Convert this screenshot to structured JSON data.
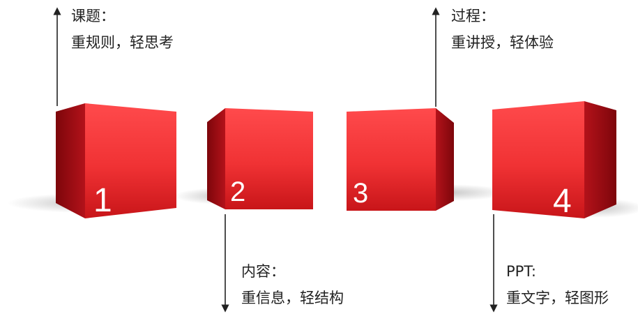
{
  "cubes": [
    {
      "number": "1",
      "title": "课题：",
      "desc": "重规则，轻思考"
    },
    {
      "number": "2",
      "title": "内容：",
      "desc": "重信息，轻结构"
    },
    {
      "number": "3",
      "title": "过程：",
      "desc": "重讲授，轻体验"
    },
    {
      "number": "4",
      "title": "PPT:",
      "desc": "重文字，轻图形"
    }
  ],
  "colors": {
    "cube_front": "#f23a3c",
    "cube_side": "#9a0c12",
    "text": "#222222",
    "arrow": "#222222"
  }
}
